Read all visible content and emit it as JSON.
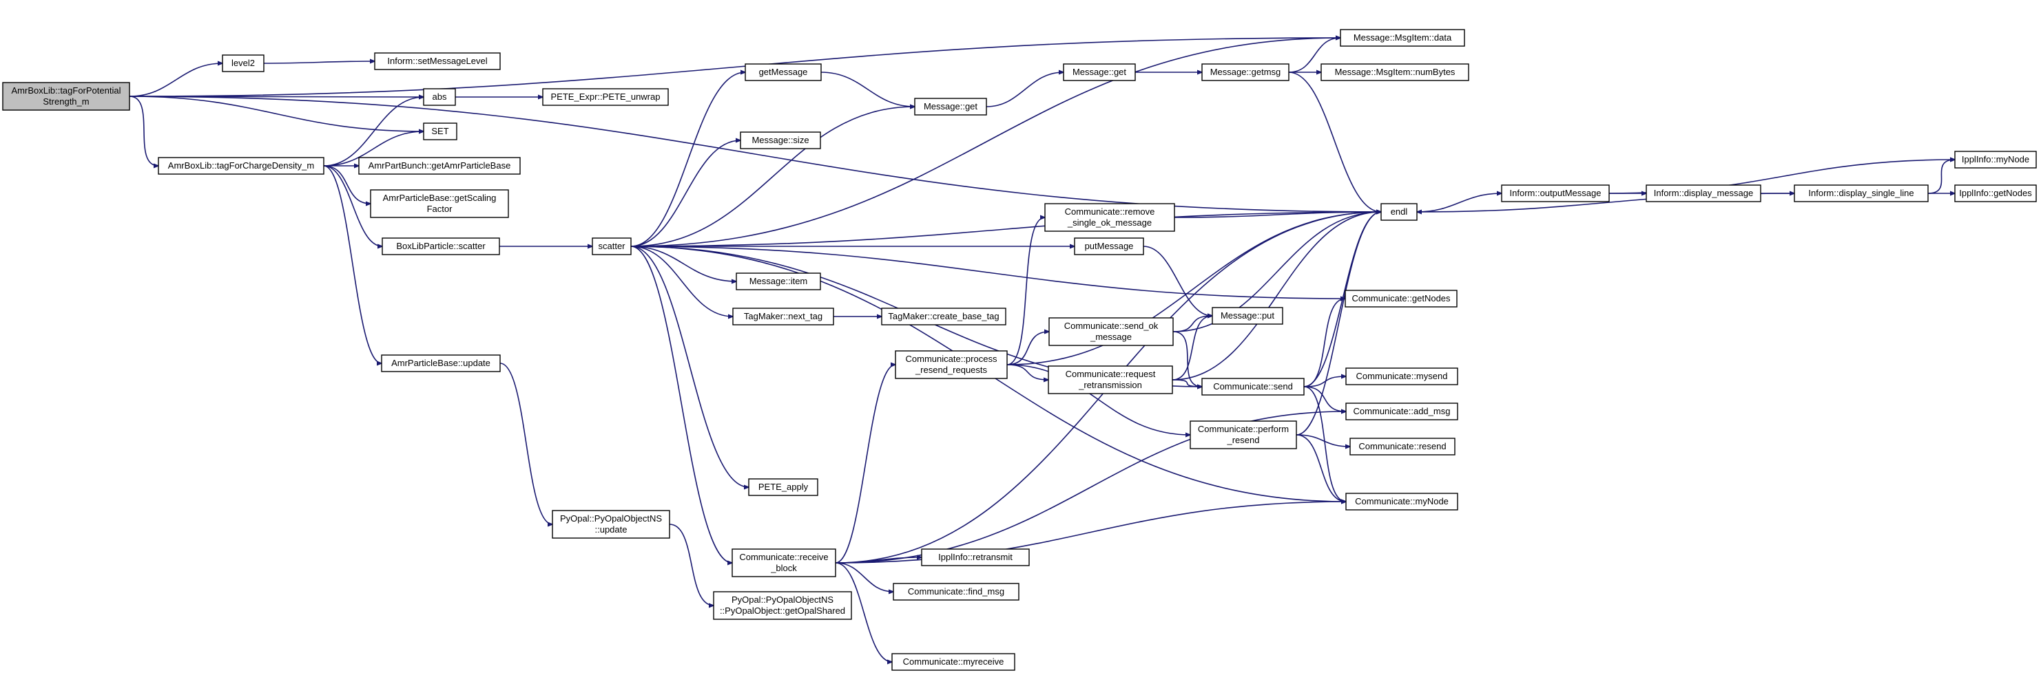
{
  "diagram": {
    "type": "call-graph",
    "colors": {
      "edge": "#191970",
      "root_fill": "#bfbfbf",
      "node_fill": "#ffffff",
      "node_border": "#000000"
    },
    "nodes": [
      {
        "id": "root",
        "lines": [
          "AmrBoxLib::tagForPotential",
          "Strength_m"
        ],
        "root": true
      },
      {
        "id": "level2",
        "lines": [
          "level2"
        ]
      },
      {
        "id": "setMessageLevel",
        "lines": [
          "Inform::setMessageLevel"
        ]
      },
      {
        "id": "abs",
        "lines": [
          "abs"
        ]
      },
      {
        "id": "pete_unwrap",
        "lines": [
          "PETE_Expr::PETE_unwrap"
        ]
      },
      {
        "id": "set",
        "lines": [
          "SET"
        ]
      },
      {
        "id": "tagCharge",
        "lines": [
          "AmrBoxLib::tagForChargeDensity_m"
        ]
      },
      {
        "id": "getAmrPB",
        "lines": [
          "AmrPartBunch::getAmrParticleBase"
        ]
      },
      {
        "id": "getScaling",
        "lines": [
          "AmrParticleBase::getScaling",
          "Factor"
        ]
      },
      {
        "id": "blpScatter",
        "lines": [
          "BoxLibParticle::scatter"
        ]
      },
      {
        "id": "apbUpdate",
        "lines": [
          "AmrParticleBase::update"
        ]
      },
      {
        "id": "pyUpdate",
        "lines": [
          "PyOpal::PyOpalObjectNS",
          "::update"
        ]
      },
      {
        "id": "pyShared",
        "lines": [
          "PyOpal::PyOpalObjectNS",
          "::PyOpalObject::getOpalShared"
        ]
      },
      {
        "id": "scatter",
        "lines": [
          "scatter"
        ]
      },
      {
        "id": "getMessage",
        "lines": [
          "getMessage"
        ]
      },
      {
        "id": "msgSize",
        "lines": [
          "Message::size"
        ]
      },
      {
        "id": "msgItem",
        "lines": [
          "Message::item"
        ]
      },
      {
        "id": "nextTag",
        "lines": [
          "TagMaker::next_tag"
        ]
      },
      {
        "id": "createBaseTag",
        "lines": [
          "TagMaker::create_base_tag"
        ]
      },
      {
        "id": "peteApply",
        "lines": [
          "PETE_apply"
        ]
      },
      {
        "id": "recvBlock",
        "lines": [
          "Communicate::receive",
          "_block"
        ]
      },
      {
        "id": "retransmit",
        "lines": [
          "IpplInfo::retransmit"
        ]
      },
      {
        "id": "findMsg",
        "lines": [
          "Communicate::find_msg"
        ]
      },
      {
        "id": "myreceive",
        "lines": [
          "Communicate::myreceive"
        ]
      },
      {
        "id": "msgGet1",
        "lines": [
          "Message::get"
        ]
      },
      {
        "id": "msgGet2",
        "lines": [
          "Message::get"
        ]
      },
      {
        "id": "getmsg",
        "lines": [
          "Message::getmsg"
        ]
      },
      {
        "id": "msgItemData",
        "lines": [
          "Message::MsgItem::data"
        ]
      },
      {
        "id": "numBytes",
        "lines": [
          "Message::MsgItem::numBytes"
        ]
      },
      {
        "id": "putMessage",
        "lines": [
          "putMessage"
        ]
      },
      {
        "id": "processResend",
        "lines": [
          "Communicate::process",
          "_resend_requests"
        ]
      },
      {
        "id": "removeSingle",
        "lines": [
          "Communicate::remove",
          "_single_ok_message"
        ]
      },
      {
        "id": "sendOk",
        "lines": [
          "Communicate::send_ok",
          "_message"
        ]
      },
      {
        "id": "requestRetrans",
        "lines": [
          "Communicate::request",
          "_retransmission"
        ]
      },
      {
        "id": "performResend",
        "lines": [
          "Communicate::perform",
          "_resend"
        ]
      },
      {
        "id": "msgPut",
        "lines": [
          "Message::put"
        ]
      },
      {
        "id": "send",
        "lines": [
          "Communicate::send"
        ]
      },
      {
        "id": "getNodes",
        "lines": [
          "Communicate::getNodes"
        ]
      },
      {
        "id": "mysend",
        "lines": [
          "Communicate::mysend"
        ]
      },
      {
        "id": "addMsg",
        "lines": [
          "Communicate::add_msg"
        ]
      },
      {
        "id": "resend",
        "lines": [
          "Communicate::resend"
        ]
      },
      {
        "id": "myNode",
        "lines": [
          "Communicate::myNode"
        ]
      },
      {
        "id": "endl",
        "lines": [
          "endl"
        ]
      },
      {
        "id": "outputMessage",
        "lines": [
          "Inform::outputMessage"
        ]
      },
      {
        "id": "displayMessage",
        "lines": [
          "Inform::display_message"
        ]
      },
      {
        "id": "displaySingle",
        "lines": [
          "Inform::display_single_line"
        ]
      },
      {
        "id": "ipplMyNode",
        "lines": [
          "IpplInfo::myNode"
        ]
      },
      {
        "id": "ipplGetNodes",
        "lines": [
          "IpplInfo::getNodes"
        ]
      }
    ],
    "edges": [
      [
        "root",
        "level2"
      ],
      [
        "root",
        "abs"
      ],
      [
        "root",
        "set"
      ],
      [
        "root",
        "tagCharge"
      ],
      [
        "root",
        "endl"
      ],
      [
        "root",
        "msgItemData"
      ],
      [
        "level2",
        "setMessageLevel"
      ],
      [
        "abs",
        "pete_unwrap"
      ],
      [
        "tagCharge",
        "abs"
      ],
      [
        "tagCharge",
        "set"
      ],
      [
        "tagCharge",
        "getAmrPB"
      ],
      [
        "tagCharge",
        "getScaling"
      ],
      [
        "tagCharge",
        "blpScatter"
      ],
      [
        "tagCharge",
        "apbUpdate"
      ],
      [
        "apbUpdate",
        "pyUpdate"
      ],
      [
        "pyUpdate",
        "pyShared"
      ],
      [
        "blpScatter",
        "scatter"
      ],
      [
        "scatter",
        "getMessage"
      ],
      [
        "scatter",
        "msgGet1"
      ],
      [
        "scatter",
        "msgSize"
      ],
      [
        "scatter",
        "endl"
      ],
      [
        "scatter",
        "putMessage"
      ],
      [
        "scatter",
        "msgItem"
      ],
      [
        "scatter",
        "nextTag"
      ],
      [
        "scatter",
        "getNodes"
      ],
      [
        "scatter",
        "send"
      ],
      [
        "scatter",
        "myNode"
      ],
      [
        "scatter",
        "peteApply"
      ],
      [
        "scatter",
        "recvBlock"
      ],
      [
        "scatter",
        "msgItemData"
      ],
      [
        "getMessage",
        "msgGet1"
      ],
      [
        "msgGet1",
        "msgGet2"
      ],
      [
        "msgGet2",
        "getmsg"
      ],
      [
        "getmsg",
        "msgItemData"
      ],
      [
        "getmsg",
        "numBytes"
      ],
      [
        "getmsg",
        "endl"
      ],
      [
        "nextTag",
        "createBaseTag"
      ],
      [
        "putMessage",
        "msgPut"
      ],
      [
        "recvBlock",
        "processResend"
      ],
      [
        "recvBlock",
        "retransmit"
      ],
      [
        "recvBlock",
        "findMsg"
      ],
      [
        "recvBlock",
        "myreceive"
      ],
      [
        "recvBlock",
        "myNode"
      ],
      [
        "recvBlock",
        "addMsg"
      ],
      [
        "recvBlock",
        "endl"
      ],
      [
        "processResend",
        "removeSingle"
      ],
      [
        "processResend",
        "sendOk"
      ],
      [
        "processResend",
        "requestRetrans"
      ],
      [
        "processResend",
        "performResend"
      ],
      [
        "processResend",
        "endl"
      ],
      [
        "removeSingle",
        "endl"
      ],
      [
        "sendOk",
        "msgPut"
      ],
      [
        "sendOk",
        "send"
      ],
      [
        "sendOk",
        "endl"
      ],
      [
        "requestRetrans",
        "msgPut"
      ],
      [
        "requestRetrans",
        "send"
      ],
      [
        "requestRetrans",
        "endl"
      ],
      [
        "performResend",
        "myNode"
      ],
      [
        "performResend",
        "resend"
      ],
      [
        "performResend",
        "endl"
      ],
      [
        "send",
        "mysend"
      ],
      [
        "send",
        "addMsg"
      ],
      [
        "send",
        "getNodes"
      ],
      [
        "send",
        "myNode"
      ],
      [
        "send",
        "endl"
      ],
      [
        "endl",
        "outputMessage"
      ],
      [
        "outputMessage",
        "displayMessage"
      ],
      [
        "outputMessage",
        "ipplMyNode"
      ],
      [
        "displayMessage",
        "displaySingle"
      ],
      [
        "displaySingle",
        "ipplMyNode"
      ],
      [
        "displaySingle",
        "ipplGetNodes"
      ],
      [
        "displaySingle",
        "endl"
      ]
    ]
  }
}
